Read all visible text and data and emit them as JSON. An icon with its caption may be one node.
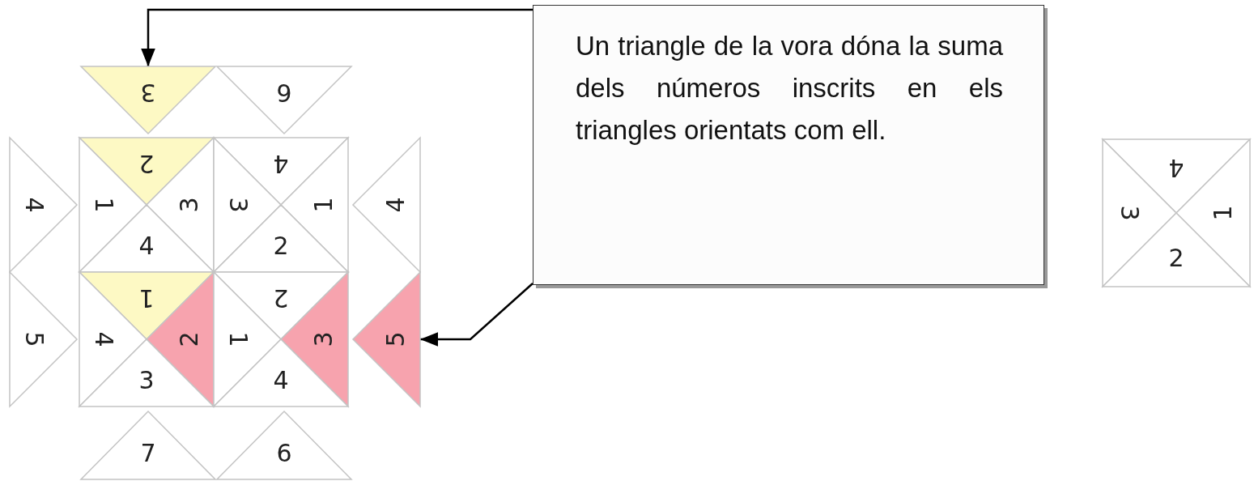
{
  "diagram": {
    "nodes": [
      {
        "text": [
          "Un triangle de la vora dóna la suma dels números inscrits en els triangles orientats com ell."
        ]
      },
      {
        "text": [
          "3"
        ]
      },
      {
        "text": [
          "6"
        ]
      },
      {
        "text": [
          "4"
        ]
      },
      {
        "text": [
          "2"
        ]
      },
      {
        "text": [
          "1"
        ]
      },
      {
        "text": [
          "3"
        ]
      },
      {
        "text": [
          "4"
        ]
      },
      {
        "text": [
          "4"
        ]
      },
      {
        "text": [
          "3"
        ]
      },
      {
        "text": [
          "1"
        ]
      },
      {
        "text": [
          "2"
        ]
      },
      {
        "text": [
          "4"
        ]
      },
      {
        "text": [
          "5"
        ]
      },
      {
        "text": [
          "1"
        ]
      },
      {
        "text": [
          "4"
        ]
      },
      {
        "text": [
          "2"
        ]
      },
      {
        "text": [
          "3"
        ]
      },
      {
        "text": [
          "2"
        ]
      },
      {
        "text": [
          "1"
        ]
      },
      {
        "text": [
          "3"
        ]
      },
      {
        "text": [
          "4"
        ]
      },
      {
        "text": [
          "5"
        ]
      },
      {
        "text": [
          "7"
        ]
      },
      {
        "text": [
          "6"
        ]
      },
      {
        "text": [
          "4"
        ]
      },
      {
        "text": [
          "3"
        ]
      },
      {
        "text": [
          "1"
        ]
      },
      {
        "text": [
          "2"
        ]
      }
    ],
    "edges": [
      {
        "from": 0,
        "to": 1,
        "arrow": "to"
      },
      {
        "from": 0,
        "to": 22,
        "arrow": "to"
      }
    ]
  }
}
